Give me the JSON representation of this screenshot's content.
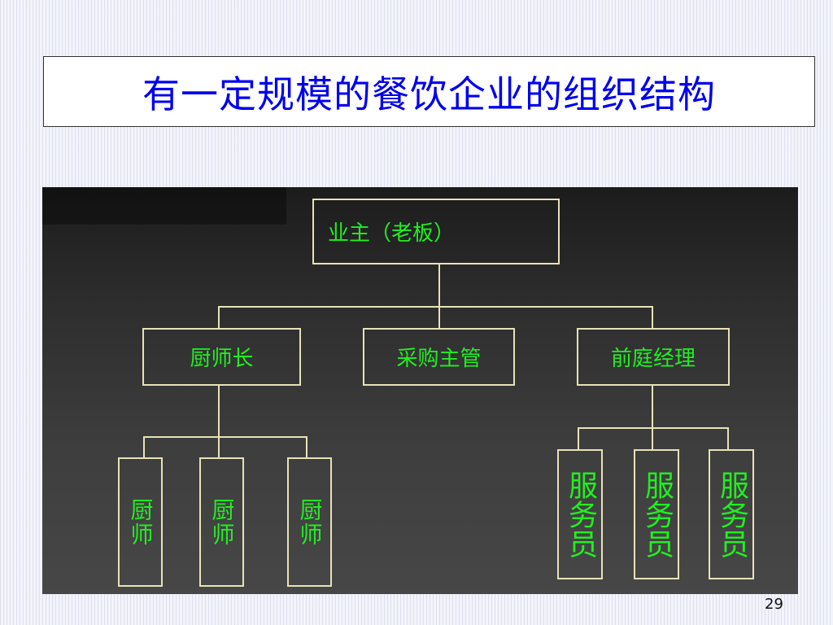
{
  "slide": {
    "title": "有一定规模的餐饮企业的组织结构",
    "page_number": "29"
  },
  "org_chart": {
    "root": "业主（老板）",
    "level1": [
      "厨师长",
      "采购主管",
      "前庭经理"
    ],
    "chef_staff": [
      "厨师",
      "厨师",
      "厨师"
    ],
    "service_staff": [
      "服务员",
      "服务员",
      "服务员"
    ]
  },
  "colors": {
    "title_text": "#0000f0",
    "node_text": "#22ee22",
    "connector": "#e8e2b8",
    "panel_dark": "#1c1c1c"
  }
}
